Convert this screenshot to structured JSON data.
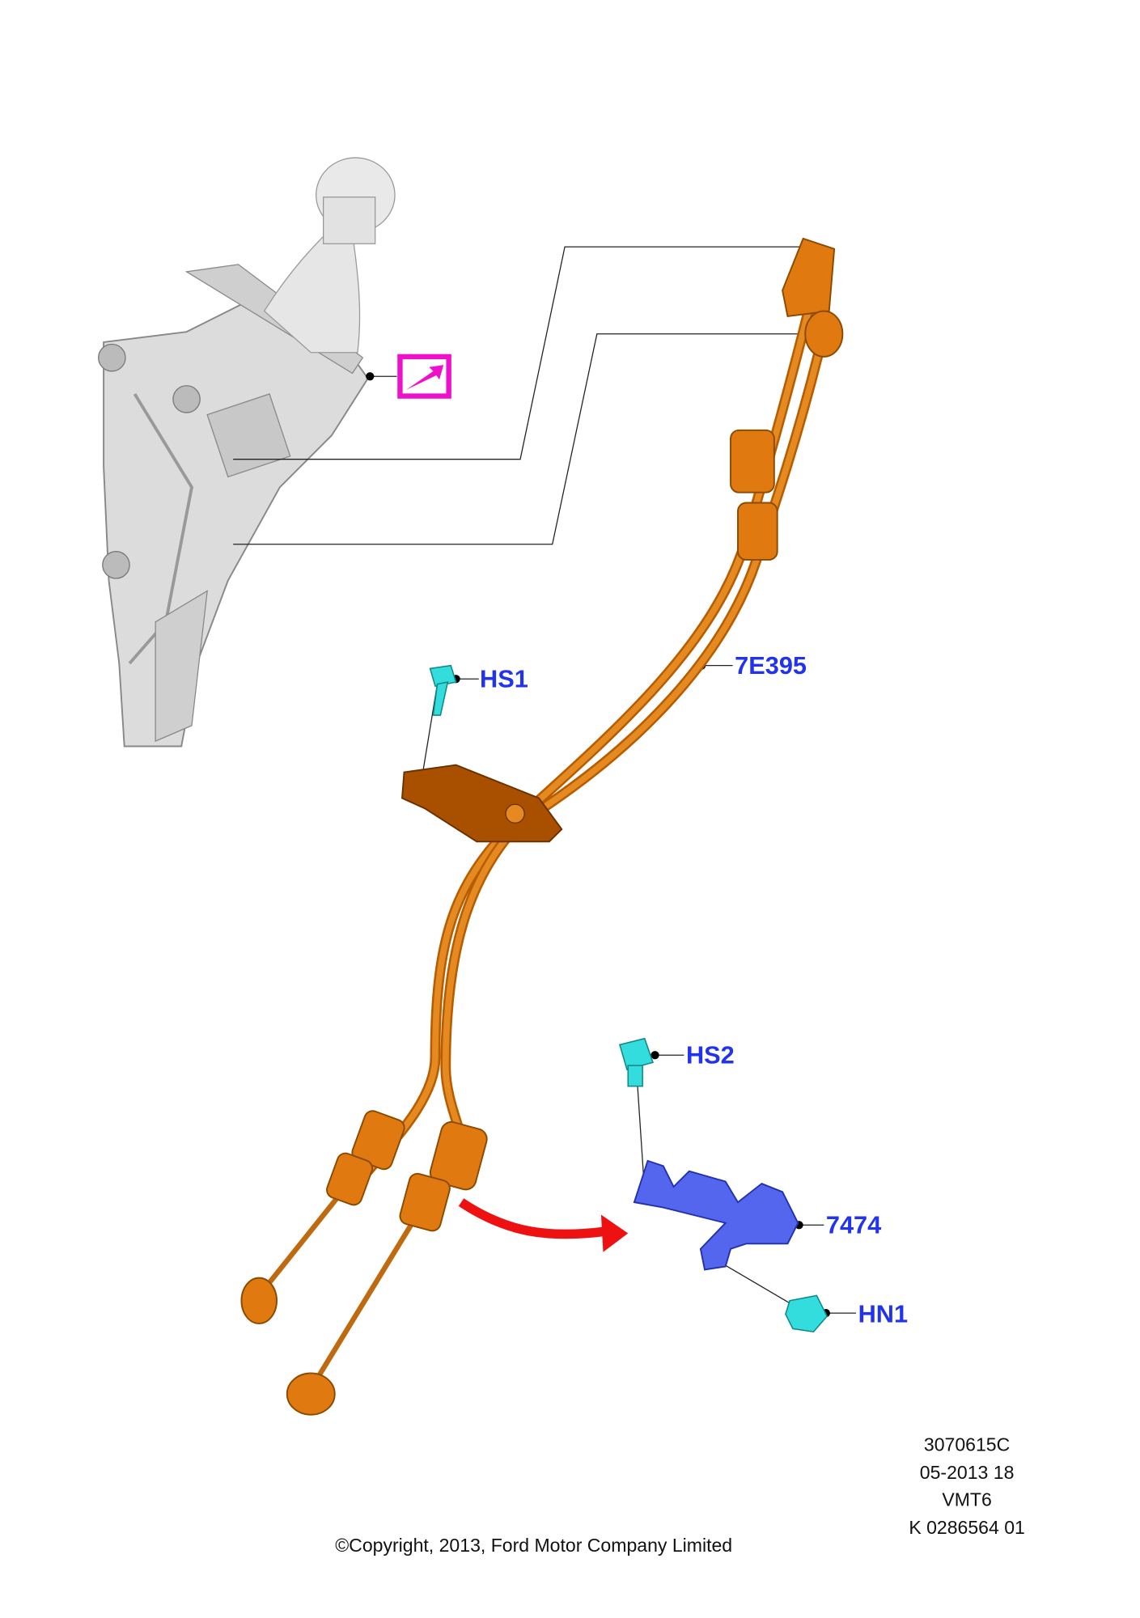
{
  "labels": {
    "cable": "7E395",
    "bolt_top": "HS1",
    "bolt_bracket": "HS2",
    "bracket": "7474",
    "nut": "HN1"
  },
  "info": {
    "line1": "3070615C",
    "line2": "05-2013 18",
    "line3": "VMT6",
    "line4": "K 0286564 01"
  },
  "copyright": "©Copyright, 2013, Ford Motor Company Limited",
  "colors": {
    "cable": "#e07a10",
    "bracket": "#5566ee",
    "fastener": "#33dddd",
    "label": "#2233ee",
    "arrow": "#ee1111",
    "reference_box": "#ee11cc",
    "shifter": "#d8d8d8"
  }
}
